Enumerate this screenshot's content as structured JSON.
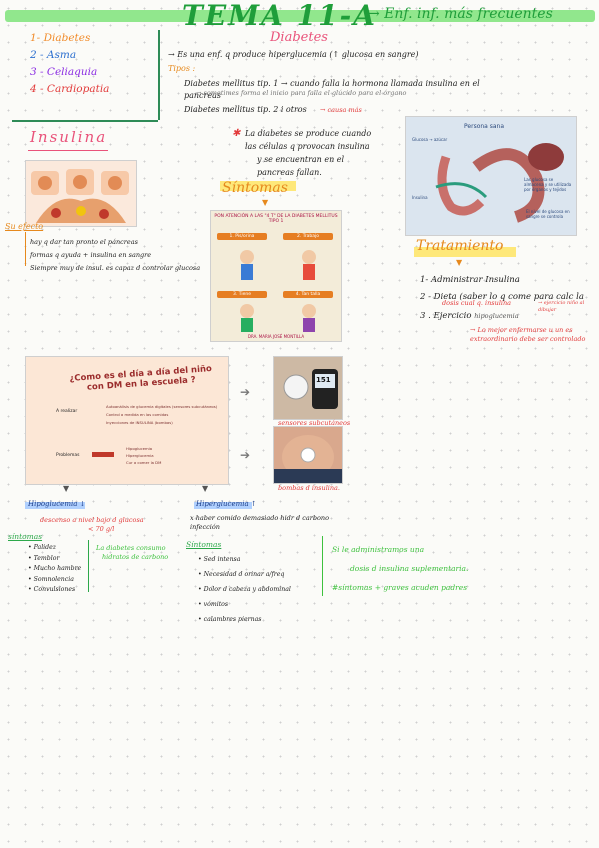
{
  "header": {
    "title": "TEMA 11-A",
    "subtitle": "→ Enf. inf. más frecuentes"
  },
  "index": [
    {
      "label": "1- Diabetes",
      "color": "#f18b2a"
    },
    {
      "label": "2 - Asma",
      "color": "#2c6fcf"
    },
    {
      "label": "3 - Celiaquia",
      "color": "#8a2be2"
    },
    {
      "label": "4 - Cardiopatia",
      "color": "#e23b3b"
    }
  ],
  "diabetes": {
    "heading": "Diabetes",
    "definition": "→ Es una enf. q produce hiperglucemia (↑ glucosa en sangre)",
    "types_label": "Tipos :",
    "type1": "Diabetes mellitus tip. 1 → cuando falla la hormona llamada insulina en el pancreas",
    "type1_note": "→ sometimes forma el inicio para falla el glúcido para el órgano",
    "type2": "Diabetes mellitus tip. 2 i otros",
    "type2_note": "→ causa más",
    "cause_line1": "La diabetes se produce cuando",
    "cause_line2": "las células q provocan insulina",
    "cause_line3": "y se encuentran en el",
    "cause_line4": "pancreas fallan."
  },
  "insulina": {
    "heading": "Insulina",
    "effect_label": "Su efecto",
    "effects": [
      "hay q dar tan pronto el páncreas",
      "formas q ayuda + insulina en sangre",
      "Siempre muy de insul. es capaz d controlar glucosa"
    ]
  },
  "sintomas": {
    "heading": "Síntomas",
    "image": {
      "title": "PON ATENCIÓN A LAS \"4 T\" DE LA DIABETES MELLITUS TIPO 1",
      "panels": [
        "1. Pis/orina",
        "2. Trabajo",
        "3. Tiene",
        "4. Tan talla"
      ],
      "footer": "DRA. MARIA JOSÉ MONTILLA"
    }
  },
  "body_diagram": {
    "title": "Persona sana",
    "labels": [
      "Glucosa → azúcar",
      "Insulina",
      "Las glucosa se almacena y se utilizada por órganos y tejidos",
      "El nivel de glucosa en sangre se controla"
    ]
  },
  "tratamiento": {
    "heading": "Tratamiento",
    "items": [
      {
        "label": "1- Administrar Insulina",
        "note": ""
      },
      {
        "label": "2 - Dieta (saber lo q come para calc la",
        "note": "dosis cual q. insulina"
      },
      {
        "label": "3 . Ejercicio",
        "note": "hipoglucemia"
      }
    ],
    "side_note": "→ ejercicio niño al dibujar",
    "warning": "→ Lo mejor enfermarse u un es extraordinario debe ser controlado"
  },
  "school_image": {
    "title": "¿Como es el día a día del niño con DM en la escuela ?",
    "realizar_label": "A realizar",
    "realizar_items": [
      "Autoanálisis de glucemia digitales (sensores subcutáneos)",
      "Control a medida en las comidas",
      "Inyecciones de INSULINA (bombas)"
    ],
    "problemas_label": "Problemas",
    "problemas_items": [
      "Hipoglucemia",
      "Hiperglucemia",
      "Cur a comer la DM"
    ]
  },
  "sensor": {
    "display": "151",
    "caption": "sensores subcutáneos"
  },
  "pump": {
    "caption": "bombas d insulina."
  },
  "hipoglucemia": {
    "heading": "Hipoglucemia ↓",
    "def_line1": "descenso a nivel bajo d glucosa",
    "def_line2": "< 70 g/l",
    "sintomas_label": "síntomas",
    "sintomas": [
      "Palidez",
      "Temblor",
      "Mucho hambre",
      "Somnolencia",
      "Convulsiones"
    ],
    "note_line1": "La diabetes consumo",
    "note_line2": "hidratos de carbono"
  },
  "hiperglucemia": {
    "heading": "Hiperglucemia ↑",
    "def_line1": "x haber comido demasiado hidr d carbono",
    "def_line2": "infección",
    "sintomas_label": "Síntomas",
    "sintomas": [
      "Sed intensa",
      "Necesidad d orinar a/freq",
      "Dolor d cabeza y abdominal",
      "vómitos",
      "calambres piernas"
    ]
  },
  "green_notes": {
    "line1": "Si le administramos una",
    "line2": "dosis d insulina suplementaria.",
    "line3": "#síntomas + graves acuden padres"
  }
}
